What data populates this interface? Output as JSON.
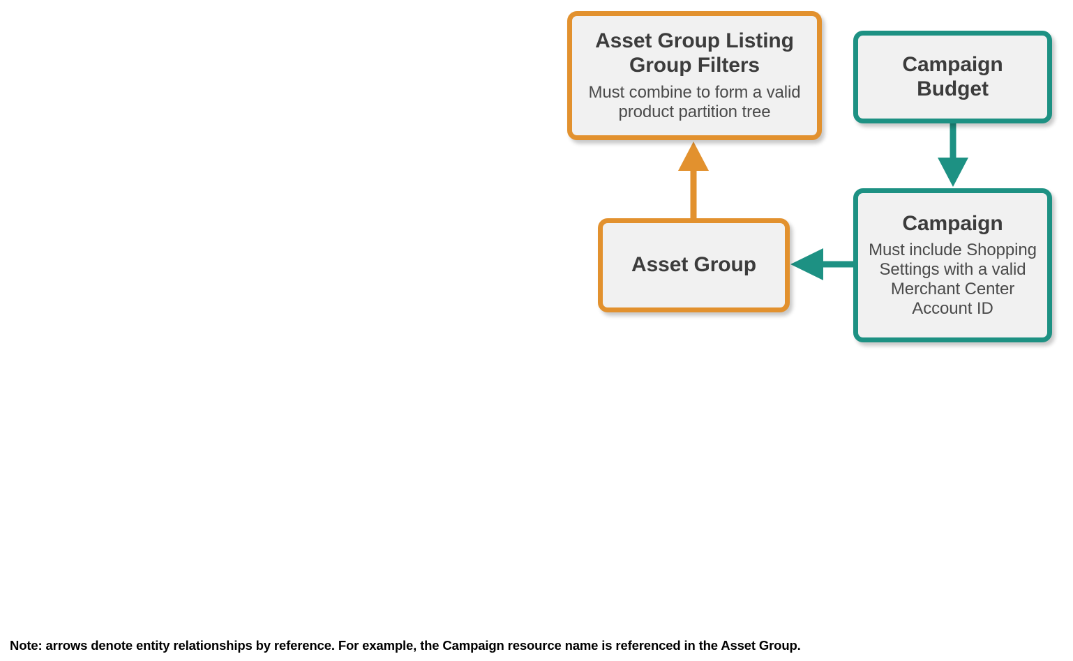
{
  "diagram": {
    "colors": {
      "orange": "#e2912e",
      "teal": "#1d9183",
      "node_fill": "#f1f1f1",
      "title_text": "#3c3c3c",
      "desc_text": "#4a4a4a",
      "background": "#ffffff"
    },
    "nodes": [
      {
        "id": "asset-group-listing-group-filters",
        "title": "Asset Group Listing Group Filters",
        "description": "Must combine to form a valid product partition tree",
        "color": "orange"
      },
      {
        "id": "campaign-budget",
        "title": "Campaign Budget",
        "description": "",
        "color": "teal"
      },
      {
        "id": "asset-group",
        "title": "Asset Group",
        "description": "",
        "color": "orange"
      },
      {
        "id": "campaign",
        "title": "Campaign",
        "description": "Must include Shopping Settings with a valid Merchant Center Account ID",
        "color": "teal"
      }
    ],
    "edges": [
      {
        "id": "asset-group-to-listing-group-filters",
        "from": "asset-group",
        "to": "asset-group-listing-group-filters",
        "direction": "up",
        "color": "orange"
      },
      {
        "id": "campaign-budget-to-campaign",
        "from": "campaign-budget",
        "to": "campaign",
        "direction": "down",
        "color": "teal"
      },
      {
        "id": "campaign-to-asset-group",
        "from": "campaign",
        "to": "asset-group",
        "direction": "left",
        "color": "teal"
      }
    ],
    "note": "Note: arrows denote entity relationships by reference. For example, the Campaign resource name is referenced in the Asset Group."
  }
}
